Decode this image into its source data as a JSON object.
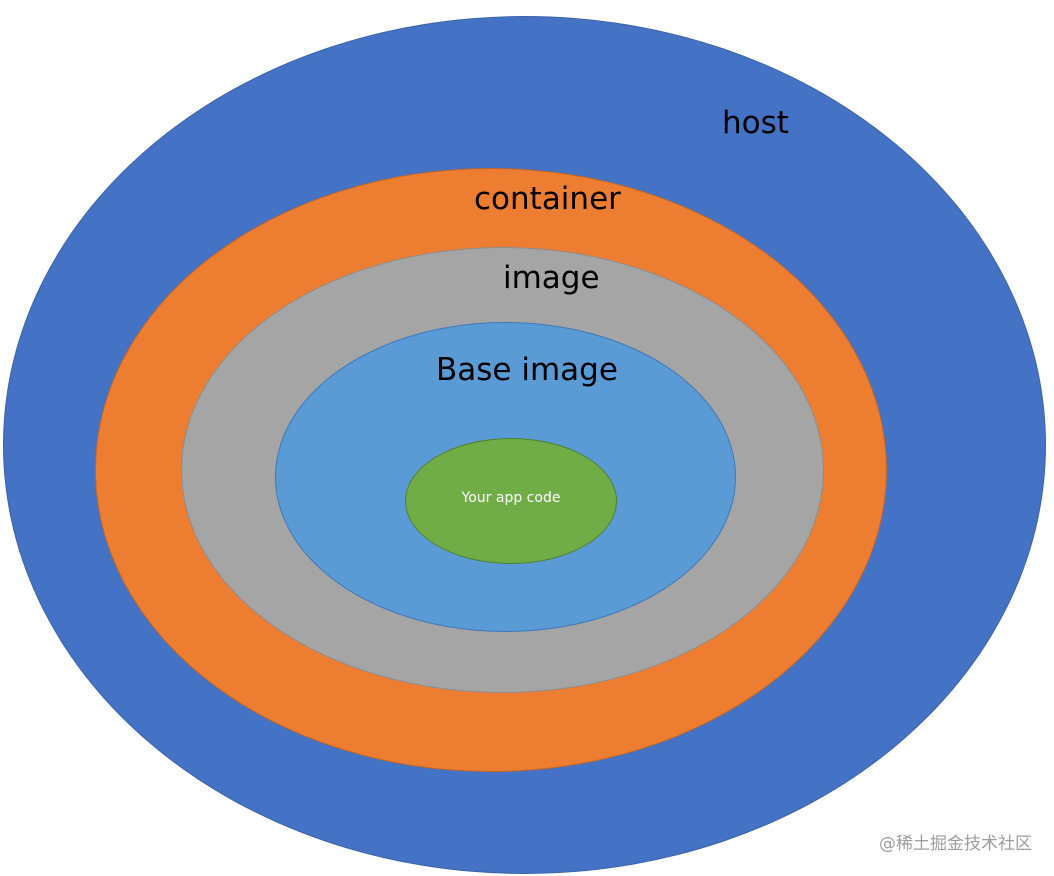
{
  "diagram": {
    "layers": [
      {
        "id": "host",
        "label": "host",
        "color": "#4472c4"
      },
      {
        "id": "container",
        "label": "container",
        "color": "#ed7d31"
      },
      {
        "id": "image",
        "label": "image",
        "color": "#a5a5a5"
      },
      {
        "id": "base_image",
        "label": "Base image",
        "color": "#5b9bd5"
      },
      {
        "id": "app_code",
        "label": "Your app code",
        "color": "#70ad47"
      }
    ]
  },
  "watermark": {
    "text": "@稀土掘金技术社区"
  }
}
